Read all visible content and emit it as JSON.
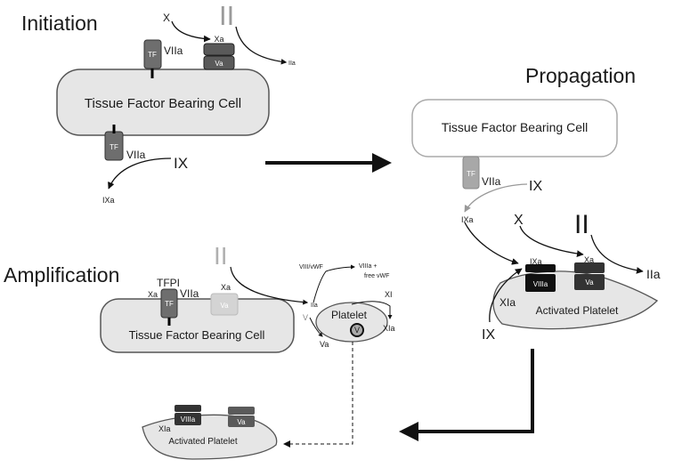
{
  "stages": {
    "initiation": "Initiation",
    "propagation": "Propagation",
    "amplification": "Amplification"
  },
  "cells": {
    "tf_cell": "Tissue Factor Bearing Cell",
    "activated_platelet": "Activated Platelet",
    "platelet": "Platelet"
  },
  "factors": {
    "tf": "TF",
    "viia": "VIIa",
    "x": "X",
    "xa": "Xa",
    "va": "Va",
    "ii": "II",
    "iia": "IIa",
    "ix": "IX",
    "ixa": "IXa",
    "tfpi": "TFPI",
    "viii_vwf": "VIII/vWF",
    "viiia_free_vwf_1": "VIIIa +",
    "viiia_free_vwf_2": "free vWF",
    "xi": "XI",
    "xia": "XIa",
    "v": "V",
    "viiia": "VIIIa"
  },
  "colors": {
    "cell_fill": "#e6e6e6",
    "cell_stroke": "#555555",
    "faded_stroke": "#aaaaaa",
    "tf_chip": "#6e6e6e",
    "tf_chip_faded": "#a8a8a8",
    "va_chip": "#5a5a5a",
    "viiia_chip": "#111111",
    "arrow": "#111111"
  }
}
